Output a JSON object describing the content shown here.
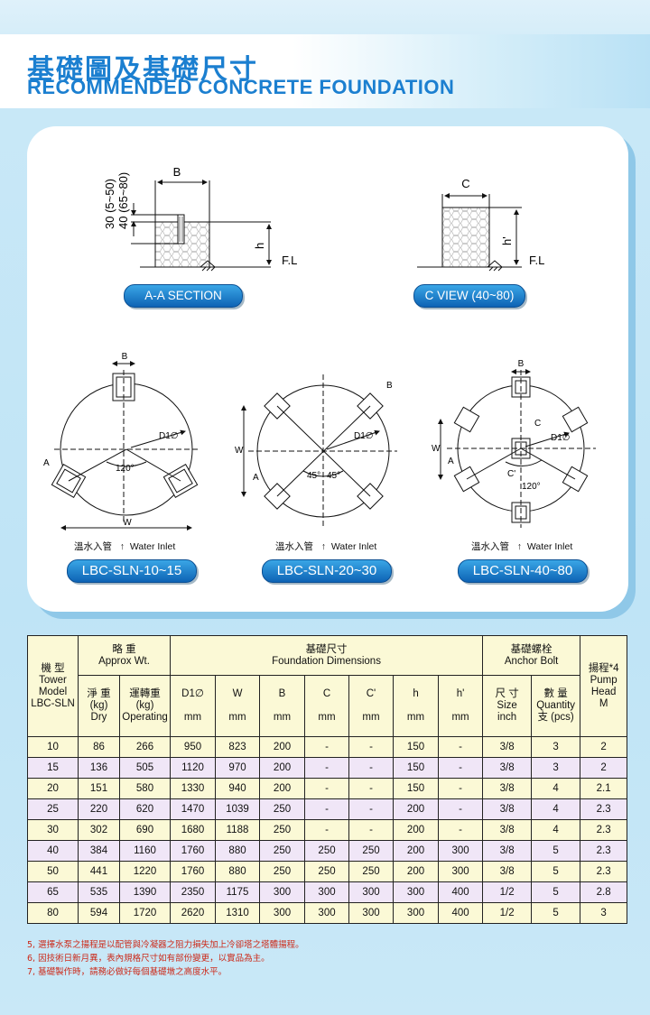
{
  "header": {
    "title_cn": "基礎圖及基礎尺寸",
    "title_en": "RECOMMENDED CONCRETE FOUNDATION"
  },
  "diagrams": {
    "aa_section": {
      "label": "A-A SECTION",
      "dim_b": "B",
      "dim_30": "30 (5~50)",
      "dim_40": "40 (65~80)",
      "dim_h": "h",
      "fl": "F.L"
    },
    "c_view": {
      "label": "C VIEW (40~80)",
      "dim_c": "C",
      "dim_h": "h'",
      "fl": "F.L"
    },
    "plan_1": {
      "label": "LBC-SLN-10~15",
      "d1": "D1∅",
      "angle": "120°",
      "a": "A",
      "b": "B",
      "w": "W"
    },
    "plan_2": {
      "label": "LBC-SLN-20~30",
      "d1": "D1∅",
      "angle1": "45°",
      "angle2": "45°",
      "a": "A",
      "b": "B",
      "w": "W"
    },
    "plan_3": {
      "label": "LBC-SLN-40~80",
      "d1": "D1∅",
      "angle": "120°",
      "a": "A",
      "b": "B",
      "c": "C",
      "c2": "C'",
      "w": "W"
    },
    "inlet_cn": "溫水入管",
    "inlet_arrow": "↑",
    "inlet_en": "Water Inlet"
  },
  "table": {
    "h_model": [
      "機 型",
      "Tower",
      "Model",
      "LBC-SLN"
    ],
    "h_weight": [
      "略 重",
      "Approx Wt."
    ],
    "h_net": [
      "淨 重",
      "(kg)",
      "Dry"
    ],
    "h_oper": [
      "運轉重",
      "(kg)",
      "Operating"
    ],
    "h_found": [
      "基礎尺寸",
      "Foundation Dimensions"
    ],
    "h_anchor": [
      "基礎螺栓",
      "Anchor Bolt"
    ],
    "h_size": [
      "尺 寸",
      "Size",
      "inch"
    ],
    "h_qty": [
      "數 量",
      "Quantity",
      "支 (pcs)"
    ],
    "h_pump": [
      "揚程*4",
      "Pump",
      "Head",
      "M"
    ],
    "dim_cols": [
      "D1∅",
      "W",
      "B",
      "C",
      "C'",
      "h",
      "h'"
    ],
    "mm": "mm",
    "rows": [
      [
        "10",
        "86",
        "266",
        "950",
        "823",
        "200",
        "-",
        "-",
        "150",
        "-",
        "3/8",
        "3",
        "2"
      ],
      [
        "15",
        "136",
        "505",
        "1120",
        "970",
        "200",
        "-",
        "-",
        "150",
        "-",
        "3/8",
        "3",
        "2"
      ],
      [
        "20",
        "151",
        "580",
        "1330",
        "940",
        "200",
        "-",
        "-",
        "150",
        "-",
        "3/8",
        "4",
        "2.1"
      ],
      [
        "25",
        "220",
        "620",
        "1470",
        "1039",
        "250",
        "-",
        "-",
        "200",
        "-",
        "3/8",
        "4",
        "2.3"
      ],
      [
        "30",
        "302",
        "690",
        "1680",
        "1188",
        "250",
        "-",
        "-",
        "200",
        "-",
        "3/8",
        "4",
        "2.3"
      ],
      [
        "40",
        "384",
        "1160",
        "1760",
        "880",
        "250",
        "250",
        "250",
        "200",
        "300",
        "3/8",
        "5",
        "2.3"
      ],
      [
        "50",
        "441",
        "1220",
        "1760",
        "880",
        "250",
        "250",
        "250",
        "200",
        "300",
        "3/8",
        "5",
        "2.3"
      ],
      [
        "65",
        "535",
        "1390",
        "2350",
        "1175",
        "300",
        "300",
        "300",
        "300",
        "400",
        "1/2",
        "5",
        "2.8"
      ],
      [
        "80",
        "594",
        "1720",
        "2620",
        "1310",
        "300",
        "300",
        "300",
        "300",
        "400",
        "1/2",
        "5",
        "3"
      ]
    ]
  },
  "notes": [
    "5, 選擇水泵之揚程是以配管與冷凝器之阻力損失加上冷卻塔之塔體揚程。",
    "6, 因技術日新月異，表內規格尺寸如有部份變更，以實品為主。",
    "7, 基礎製作時，請務必做好每個基礎墩之高度水平。"
  ]
}
